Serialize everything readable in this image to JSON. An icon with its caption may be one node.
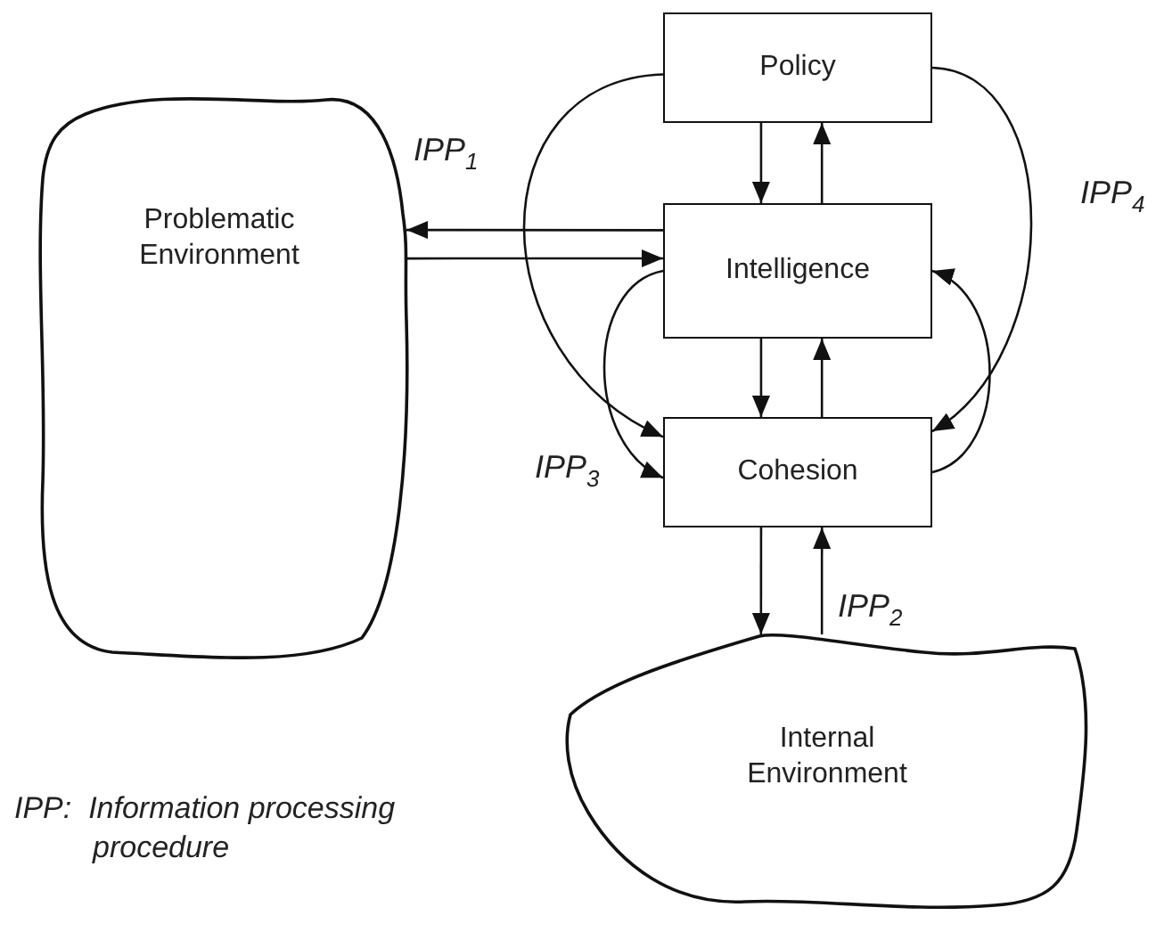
{
  "diagram": {
    "nodes": [
      {
        "text": [
          "Problematic Environment"
        ]
      },
      {
        "text": [
          "Policy"
        ]
      },
      {
        "text": [
          "Intelligence"
        ]
      },
      {
        "text": [
          "Cohesion"
        ]
      },
      {
        "text": [
          "Internal Environment"
        ]
      }
    ],
    "edges": [
      {
        "from": 2,
        "to": 0,
        "arrow": "to"
      },
      {
        "from": 0,
        "to": 2,
        "arrow": "to"
      },
      {
        "from": 1,
        "to": 2,
        "arrow": "to"
      },
      {
        "from": 2,
        "to": 1,
        "arrow": "to"
      },
      {
        "from": 2,
        "to": 3,
        "arrow": "to"
      },
      {
        "from": 3,
        "to": 2,
        "arrow": "to"
      },
      {
        "from": 3,
        "to": 4,
        "arrow": "to"
      },
      {
        "from": 4,
        "to": 3,
        "arrow": "to"
      },
      {
        "from": 1,
        "to": 3,
        "arrow": "to"
      },
      {
        "from": 2,
        "to": 3,
        "arrow": "to"
      },
      {
        "from": 1,
        "to": 3,
        "arrow": "to"
      },
      {
        "from": 3,
        "to": 2,
        "arrow": "to"
      }
    ],
    "labels": [
      "IPP$_{1}$",
      "IPP$_{4}$",
      "IPP$_{3}$",
      "IPP$_{2}$",
      "IPP:  Information processing procedure"
    ]
  }
}
